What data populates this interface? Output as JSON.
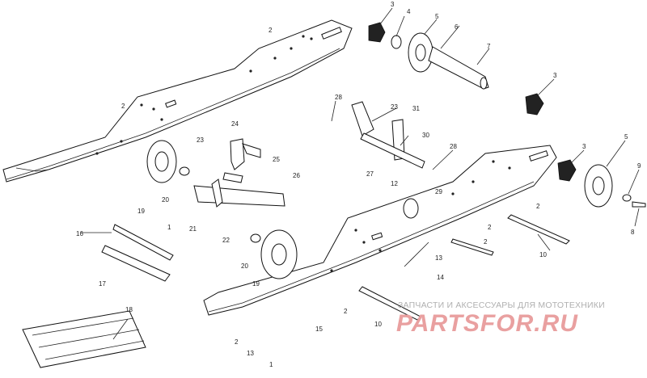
{
  "diagram": {
    "callouts": [
      "1",
      "2",
      "3",
      "4",
      "5",
      "6",
      "7",
      "8",
      "9",
      "10",
      "12",
      "13",
      "14",
      "15",
      "16",
      "17",
      "18",
      "19",
      "20",
      "21",
      "22",
      "23",
      "24",
      "25",
      "26",
      "27",
      "28",
      "29",
      "30",
      "31"
    ]
  },
  "watermark": {
    "caption": "ЗАПЧАСТИ И АКСЕССУАРЫ ДЛЯ МОТОТЕХНИКИ",
    "logo": "PARTSFOR.RU"
  }
}
